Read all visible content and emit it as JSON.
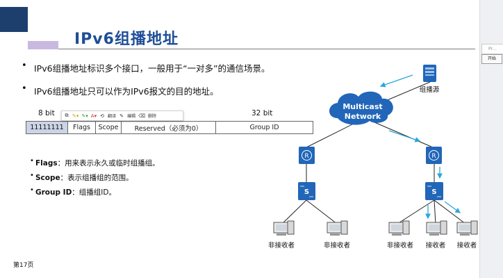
{
  "title": "IPv6组播地址",
  "bullets": [
    "IPv6组播地址标识多个接口，一般用于“一对多”的通信场景。",
    "IPv6组播地址只可以作为IPv6报文的目的地址。"
  ],
  "bit_labels": {
    "left": "8 bit",
    "right": "32 bit"
  },
  "fields": {
    "prefix": "11111111",
    "flags": "Flags",
    "scope": "Scope",
    "reserved": "Reserved（必须为0）",
    "group_id": "Group ID"
  },
  "toolbar": {
    "translate": "翻译",
    "edit": "编辑",
    "delete": "删除"
  },
  "sub_bullets": [
    {
      "term": "Flags",
      "desc": "：用来表示永久或临时组播组。"
    },
    {
      "term": "Scope",
      "desc": "：表示组播组的范围。"
    },
    {
      "term": "Group ID",
      "desc": "：组播组ID。"
    }
  ],
  "diagram": {
    "source_label": "组播源",
    "network_label_1": "Multicast",
    "network_label_2": "Network",
    "router_glyph": "R",
    "switch_glyph": "S",
    "receivers": [
      "非接收者",
      "非接收者",
      "非接收者",
      "接收者",
      "接收者"
    ]
  },
  "page_number": "第17页",
  "side_panel": {
    "thumb_label": "Pr…",
    "start_button": "开始"
  },
  "colors": {
    "title": "#1f4e97",
    "node_blue": "#2166b8",
    "flow_cyan": "#2aa7d8",
    "address_fill": "#cbd4e6"
  }
}
